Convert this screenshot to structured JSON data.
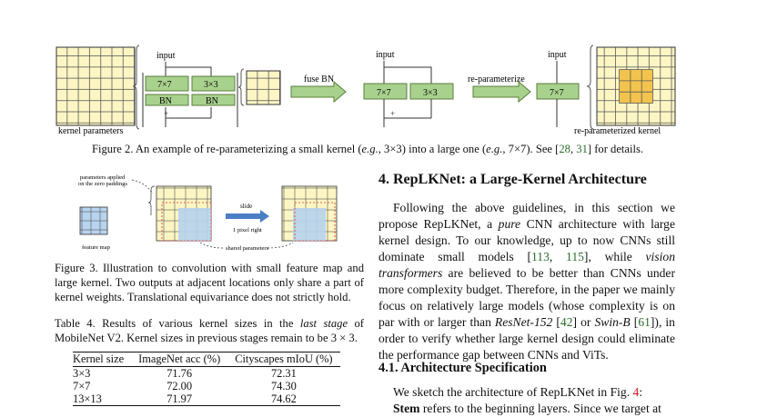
{
  "figure2": {
    "labels": {
      "input_left": "input",
      "kernel_parameters": "kernel parameters",
      "k7": "7×7",
      "k3": "3×3",
      "bn": "BN",
      "fuse_bn": "fuse BN",
      "input_mid": "input",
      "k7_mid": "7×7",
      "k3_mid": "3×3",
      "reparam": "re-parameterize",
      "input_right": "input",
      "k7_right": "7×7",
      "reparam_kernel": "re-parameterized kernel"
    },
    "caption_parts": {
      "a": "Figure 2. An example of re-parameterizing a small kernel (",
      "eg1": "e.g.",
      "b": ", 3×3) into a large one (",
      "eg2": "e.g.",
      "c": ", 7×7). See [",
      "ref1": "28",
      "sep": ", ",
      "ref2": "31",
      "d": "] for details."
    }
  },
  "figure3": {
    "labels": {
      "params_applied_line1": "parameters applied",
      "params_applied_line2": "on the zero paddings",
      "feature_map": "feature map",
      "slide": "slide",
      "pixel_right": "1 pixel right",
      "shared_params": "shared parameters"
    },
    "caption": "Figure 3. Illustration to convolution with small feature map and large kernel. Two outputs at adjacent locations only share a part of kernel weights. Translational equivariance does not strictly hold."
  },
  "table4": {
    "caption_a": "Table 4. Results of various kernel sizes in the ",
    "caption_em": "last stage",
    "caption_b": " of MobileNet V2. Kernel sizes in previous stages remain to be 3 × 3.",
    "headers": [
      "Kernel size",
      "ImageNet acc (%)",
      "Cityscapes mIoU (%)"
    ],
    "rows": [
      [
        "3×3",
        "71.76",
        "72.31"
      ],
      [
        "7×7",
        "72.00",
        "74.30"
      ],
      [
        "13×13",
        "71.97",
        "74.62"
      ]
    ]
  },
  "section4": {
    "heading": "4. RepLKNet: a Large-Kernel Architecture",
    "p_a": "Following the above guidelines, in this section we propose RepLKNet, a ",
    "p_em1": "pure",
    "p_b": " CNN architecture with large kernel design. To our knowledge, up to now CNNs still dominate small models [",
    "p_ref1": "113",
    "p_sep1": ", ",
    "p_ref2": "115",
    "p_c": "], while ",
    "p_em2": "vision transformers",
    "p_d": " are believed to be better than CNNs under more complexity budget. Therefore, in the paper we mainly focus on relatively large models (whose complexity is on par with or larger than ",
    "p_em3": "ResNet-152",
    "p_e": " [",
    "p_ref3": "42",
    "p_f": "] or ",
    "p_em4": "Swin-B",
    "p_g": " [",
    "p_ref4": "61",
    "p_h": "]), in order to verify whether large kernel design could eliminate the performance gap between CNNs and ViTs."
  },
  "section41": {
    "heading": "4.1. Architecture Specification",
    "p1_a": "We sketch the architecture of RepLKNet in Fig. ",
    "p1_ref": "4",
    "p1_b": ":",
    "p2_bold": "Stem",
    "p2_rest": " refers to the beginning layers. Since we target at"
  }
}
